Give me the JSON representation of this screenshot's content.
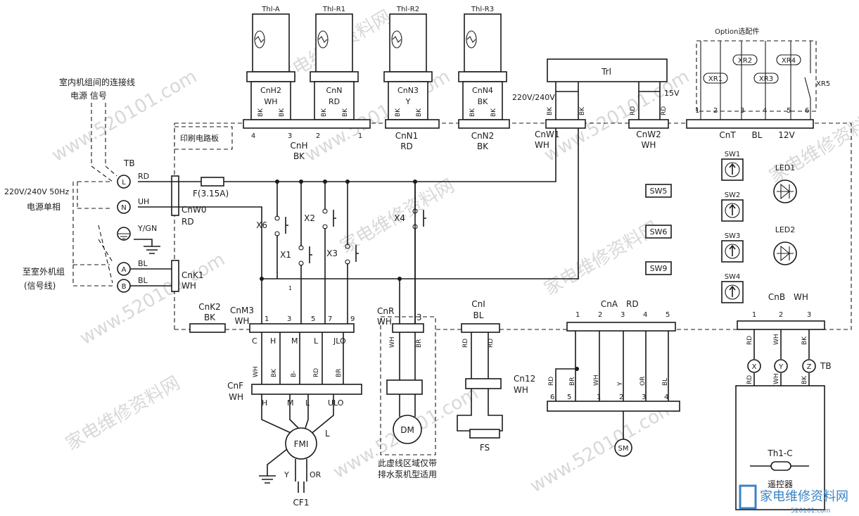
{
  "thermistors": [
    {
      "name": "Thl-A",
      "conn": "CnH2",
      "color": "WH",
      "wires": [
        "BK",
        "BK"
      ]
    },
    {
      "name": "Thl-R1",
      "conn": "CnN",
      "color": "RD",
      "wires": [
        "BK",
        "BK"
      ]
    },
    {
      "name": "Thl-R2",
      "conn": "CnN3",
      "color": "Y",
      "wires": [
        "BK",
        "BK"
      ]
    },
    {
      "name": "Thl-R3",
      "conn": "CnN4",
      "color": "BK",
      "wires": [
        "BK",
        "BK"
      ]
    }
  ],
  "cnh_pins": [
    "4",
    "3",
    "2",
    "1"
  ],
  "cnh": {
    "name": "CnH",
    "color": "BK"
  },
  "cnn1": {
    "name": "CnN1",
    "color": "RD"
  },
  "cnn2": {
    "name": "CnN2",
    "color": "BK"
  },
  "transformer": {
    "name": "Trl",
    "primary": "220V/240V",
    "secondary": "15V",
    "wires_left": [
      "BK",
      "BK"
    ],
    "wires_right": [
      "RD",
      "RD"
    ]
  },
  "cnw1": {
    "name": "CnW1",
    "color": "WH"
  },
  "cnw2": {
    "name": "CnW2",
    "color": "WH"
  },
  "option": {
    "title": "Option选配件",
    "relays": [
      "XR1",
      "XR2",
      "XR3",
      "XR4"
    ],
    "switch": "XR5",
    "pins": [
      "1",
      "2",
      "3",
      "4",
      "5",
      "6"
    ],
    "conn": "CnT",
    "color": "BL",
    "voltage": "12V"
  },
  "pcb_label": "印刷电路板",
  "left": {
    "connecting_wire": "室内机组间的连接线",
    "power_signal": "电源 信号",
    "supply": "220V/240V 50Hz",
    "single_phase": "电源单相",
    "outdoor": "至室外机组",
    "signal_line": "(信号线)",
    "tb": "TB"
  },
  "terminals": [
    {
      "sym": "L",
      "wire": "RD"
    },
    {
      "sym": "N",
      "wire": "UH"
    },
    {
      "sym": "",
      "wire": "Y/GN"
    },
    {
      "sym": "A",
      "wire": "BL"
    },
    {
      "sym": "B",
      "wire": "BL"
    }
  ],
  "fuse": "F(3.15A)",
  "cnw0": {
    "name": "CnW0",
    "color": "RD"
  },
  "cnk1": {
    "name": "CnK1",
    "color": "WH"
  },
  "cnk2": {
    "name": "CnK2",
    "color": "BK"
  },
  "relays": [
    "X6",
    "X2",
    "X1",
    "X3",
    "X4"
  ],
  "relay_tick": "1",
  "cnm3": {
    "name": "CnM3",
    "color": "WH",
    "pins": [
      "1",
      "3",
      "5",
      "7",
      "9"
    ],
    "letters": [
      "C",
      "H",
      "M",
      "L",
      "JLO"
    ]
  },
  "cnf": {
    "name": "CnF",
    "color": "WH",
    "wires": [
      "WH",
      "BK",
      "B-",
      "RD",
      "BR"
    ],
    "letters": [
      "H",
      "M",
      "L",
      "ULO"
    ]
  },
  "fan_motor": {
    "name": "FMI",
    "tap": "L",
    "wires": [
      "Y",
      "OR"
    ],
    "cap": "CF1"
  },
  "cnr": {
    "name": "CnR",
    "color": "WH",
    "pin": "3",
    "wires": [
      "WH",
      "BR"
    ]
  },
  "drain_motor": "DM",
  "drain_note": [
    "此虚线区域仅带",
    "排水泵机型适用"
  ],
  "cni": {
    "name": "CnI",
    "color": "BL",
    "wires": [
      "RD",
      "RD"
    ]
  },
  "cn12": {
    "name": "Cn12",
    "color": "WH"
  },
  "float_switch": "FS",
  "cna": {
    "name": "CnA",
    "color": "RD",
    "pins": [
      "1",
      "2",
      "3",
      "4",
      "5"
    ],
    "wires": [
      "RD",
      "BR",
      "WH",
      "Y",
      "OR",
      "BL"
    ],
    "bottom_pins": [
      "6",
      "5",
      "1",
      "2",
      "3",
      "4"
    ]
  },
  "step_motor": "SM",
  "switches": [
    "SW5",
    "SW6",
    "SW9"
  ],
  "rotary": [
    "SW1",
    "SW2",
    "SW3",
    "SW4"
  ],
  "leds": [
    "LED1",
    "LED2"
  ],
  "cnb": {
    "name": "CnB",
    "color": "WH",
    "pins": [
      "1",
      "2",
      "3"
    ],
    "wires": [
      "RD",
      "WH",
      "BK"
    ],
    "terms": [
      "X",
      "Y",
      "Z"
    ],
    "tb": "TB",
    "bottom_labels": [
      "RD",
      "WH",
      "BK"
    ]
  },
  "remote": {
    "sensor": "Th1-C",
    "name": "遥控器"
  },
  "watermarks": [
    "家电维修资料网",
    "www.520101.com"
  ],
  "logo": {
    "text": "家电维修资料网",
    "url": "520101.com"
  }
}
